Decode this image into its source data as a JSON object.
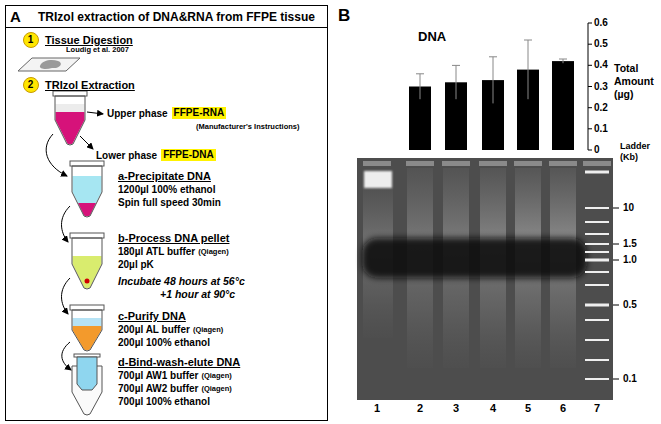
{
  "diagram": {
    "nodes": [
      {
        "text": [
          "A",
          "TRIzol extraction of DNA&RNA from FFPE tissue"
        ]
      },
      {
        "text": [
          "1"
        ],
        "in": 0
      },
      {
        "text": [
          "2"
        ],
        "in": 0
      }
    ],
    "labels": [
      "Tissue Digestion",
      "Loudig et al. 2007",
      "TRIzol Extraction",
      "Upper phase",
      "FFPE-RNA",
      "(Manufacturer's Instructions)",
      "Lower phase",
      "FFPE-DNA",
      "a-Precipitate DNA",
      "1200µl 100% ethanol",
      "Spin full speed 30min",
      "b-Process DNA pellet",
      "180µl ATL buffer",
      "(Qiagen)",
      "20µl pK",
      "Incubate 48 hours at 56°c",
      "+1 hour at 90°c",
      "c-Purify DNA",
      "200µl AL buffer",
      "(Qiagen)",
      "200µl 100% ethanol",
      "d-Bind-wash-elute DNA",
      "700µl AW1 buffer",
      "(Qiagen)",
      "700µl AW2 buffer",
      "(Qiagen)",
      "700µl 100% ethanol",
      "B",
      "DNA",
      "0.6",
      "0.5",
      "0.4",
      "0.3",
      "0.2",
      "0.1",
      "0",
      "Total Amount (µg)",
      "Ladder (Kb)",
      "10",
      "1.5",
      "1.0",
      "0.5",
      "0.1",
      "1",
      "2",
      "3",
      "4",
      "5",
      "6",
      "7"
    ]
  }
}
